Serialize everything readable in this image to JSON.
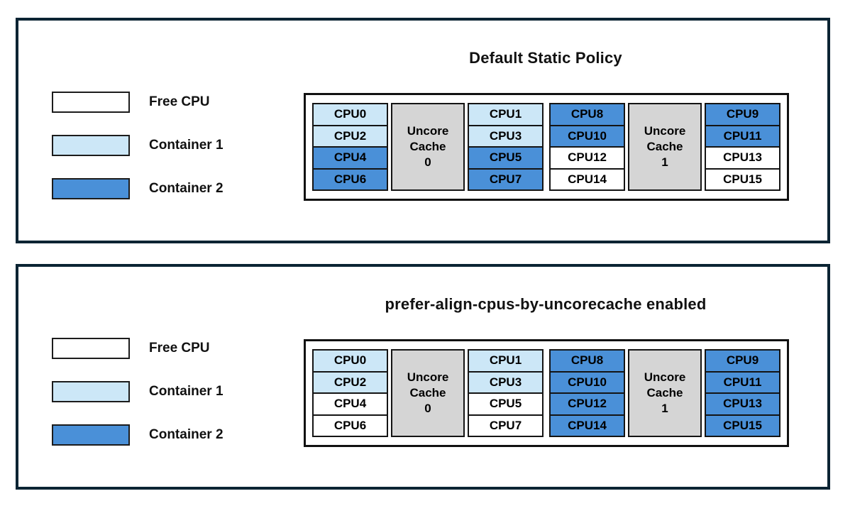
{
  "colors": {
    "free": "#ffffff",
    "container1": "#cce7f7",
    "container2": "#4a90d8",
    "cache": "#d5d5d5",
    "panel_border": "#0b2433",
    "cell_border": "#141414"
  },
  "legend": {
    "items": [
      {
        "label": "Free CPU",
        "color": "free"
      },
      {
        "label": "Container 1",
        "color": "container1"
      },
      {
        "label": "Container 2",
        "color": "container2"
      }
    ]
  },
  "panels": [
    {
      "title": "Default Static Policy",
      "groups": [
        {
          "cache_label": "Uncore\nCache\n0",
          "left": [
            {
              "label": "CPU0",
              "state": "container1"
            },
            {
              "label": "CPU2",
              "state": "container1"
            },
            {
              "label": "CPU4",
              "state": "container2"
            },
            {
              "label": "CPU6",
              "state": "container2"
            }
          ],
          "right": [
            {
              "label": "CPU1",
              "state": "container1"
            },
            {
              "label": "CPU3",
              "state": "container1"
            },
            {
              "label": "CPU5",
              "state": "container2"
            },
            {
              "label": "CPU7",
              "state": "container2"
            }
          ]
        },
        {
          "cache_label": "Uncore\nCache\n1",
          "left": [
            {
              "label": "CPU8",
              "state": "container2"
            },
            {
              "label": "CPU10",
              "state": "container2"
            },
            {
              "label": "CPU12",
              "state": "free"
            },
            {
              "label": "CPU14",
              "state": "free"
            }
          ],
          "right": [
            {
              "label": "CPU9",
              "state": "container2"
            },
            {
              "label": "CPU11",
              "state": "container2"
            },
            {
              "label": "CPU13",
              "state": "free"
            },
            {
              "label": "CPU15",
              "state": "free"
            }
          ]
        }
      ]
    },
    {
      "title": "prefer-align-cpus-by-uncorecache enabled",
      "groups": [
        {
          "cache_label": "Uncore\nCache\n0",
          "left": [
            {
              "label": "CPU0",
              "state": "container1"
            },
            {
              "label": "CPU2",
              "state": "container1"
            },
            {
              "label": "CPU4",
              "state": "free"
            },
            {
              "label": "CPU6",
              "state": "free"
            }
          ],
          "right": [
            {
              "label": "CPU1",
              "state": "container1"
            },
            {
              "label": "CPU3",
              "state": "container1"
            },
            {
              "label": "CPU5",
              "state": "free"
            },
            {
              "label": "CPU7",
              "state": "free"
            }
          ]
        },
        {
          "cache_label": "Uncore\nCache\n1",
          "left": [
            {
              "label": "CPU8",
              "state": "container2"
            },
            {
              "label": "CPU10",
              "state": "container2"
            },
            {
              "label": "CPU12",
              "state": "container2"
            },
            {
              "label": "CPU14",
              "state": "container2"
            }
          ],
          "right": [
            {
              "label": "CPU9",
              "state": "container2"
            },
            {
              "label": "CPU11",
              "state": "container2"
            },
            {
              "label": "CPU13",
              "state": "container2"
            },
            {
              "label": "CPU15",
              "state": "container2"
            }
          ]
        }
      ]
    }
  ]
}
